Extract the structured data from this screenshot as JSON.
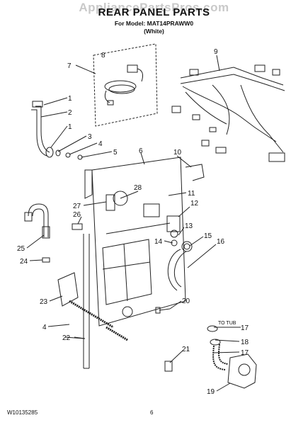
{
  "watermark": "AppliancePartsPros.com",
  "title": "REAR PANEL PARTS",
  "subtitle_line1": "For Model: MAT14PRAWW0",
  "subtitle_line2": "(White)",
  "footer_code": "W10135285",
  "page_number": "6",
  "to_tub_label": "TO TUB",
  "callouts": [
    "1",
    "2",
    "1",
    "3",
    "4",
    "5",
    "6",
    "7",
    "8",
    "9",
    "10",
    "11",
    "12",
    "13",
    "14",
    "15",
    "16",
    "17",
    "18",
    "17",
    "19",
    "20",
    "21",
    "22",
    "4",
    "23",
    "24",
    "25",
    "26",
    "27",
    "28"
  ]
}
